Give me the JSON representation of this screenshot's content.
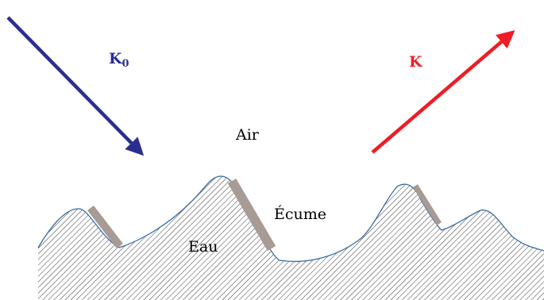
{
  "labels": {
    "incident_vector": "K",
    "incident_subscript": "0",
    "scattered_vector": "K",
    "air": "Air",
    "water": "Eau",
    "foam": "Écume"
  },
  "colors": {
    "incident_arrow": "#2a2f8f",
    "scattered_arrow": "#ee1c24",
    "surface_line": "#3a6ea5",
    "foam_patch": "#a89a94",
    "hatch": "#222222"
  }
}
